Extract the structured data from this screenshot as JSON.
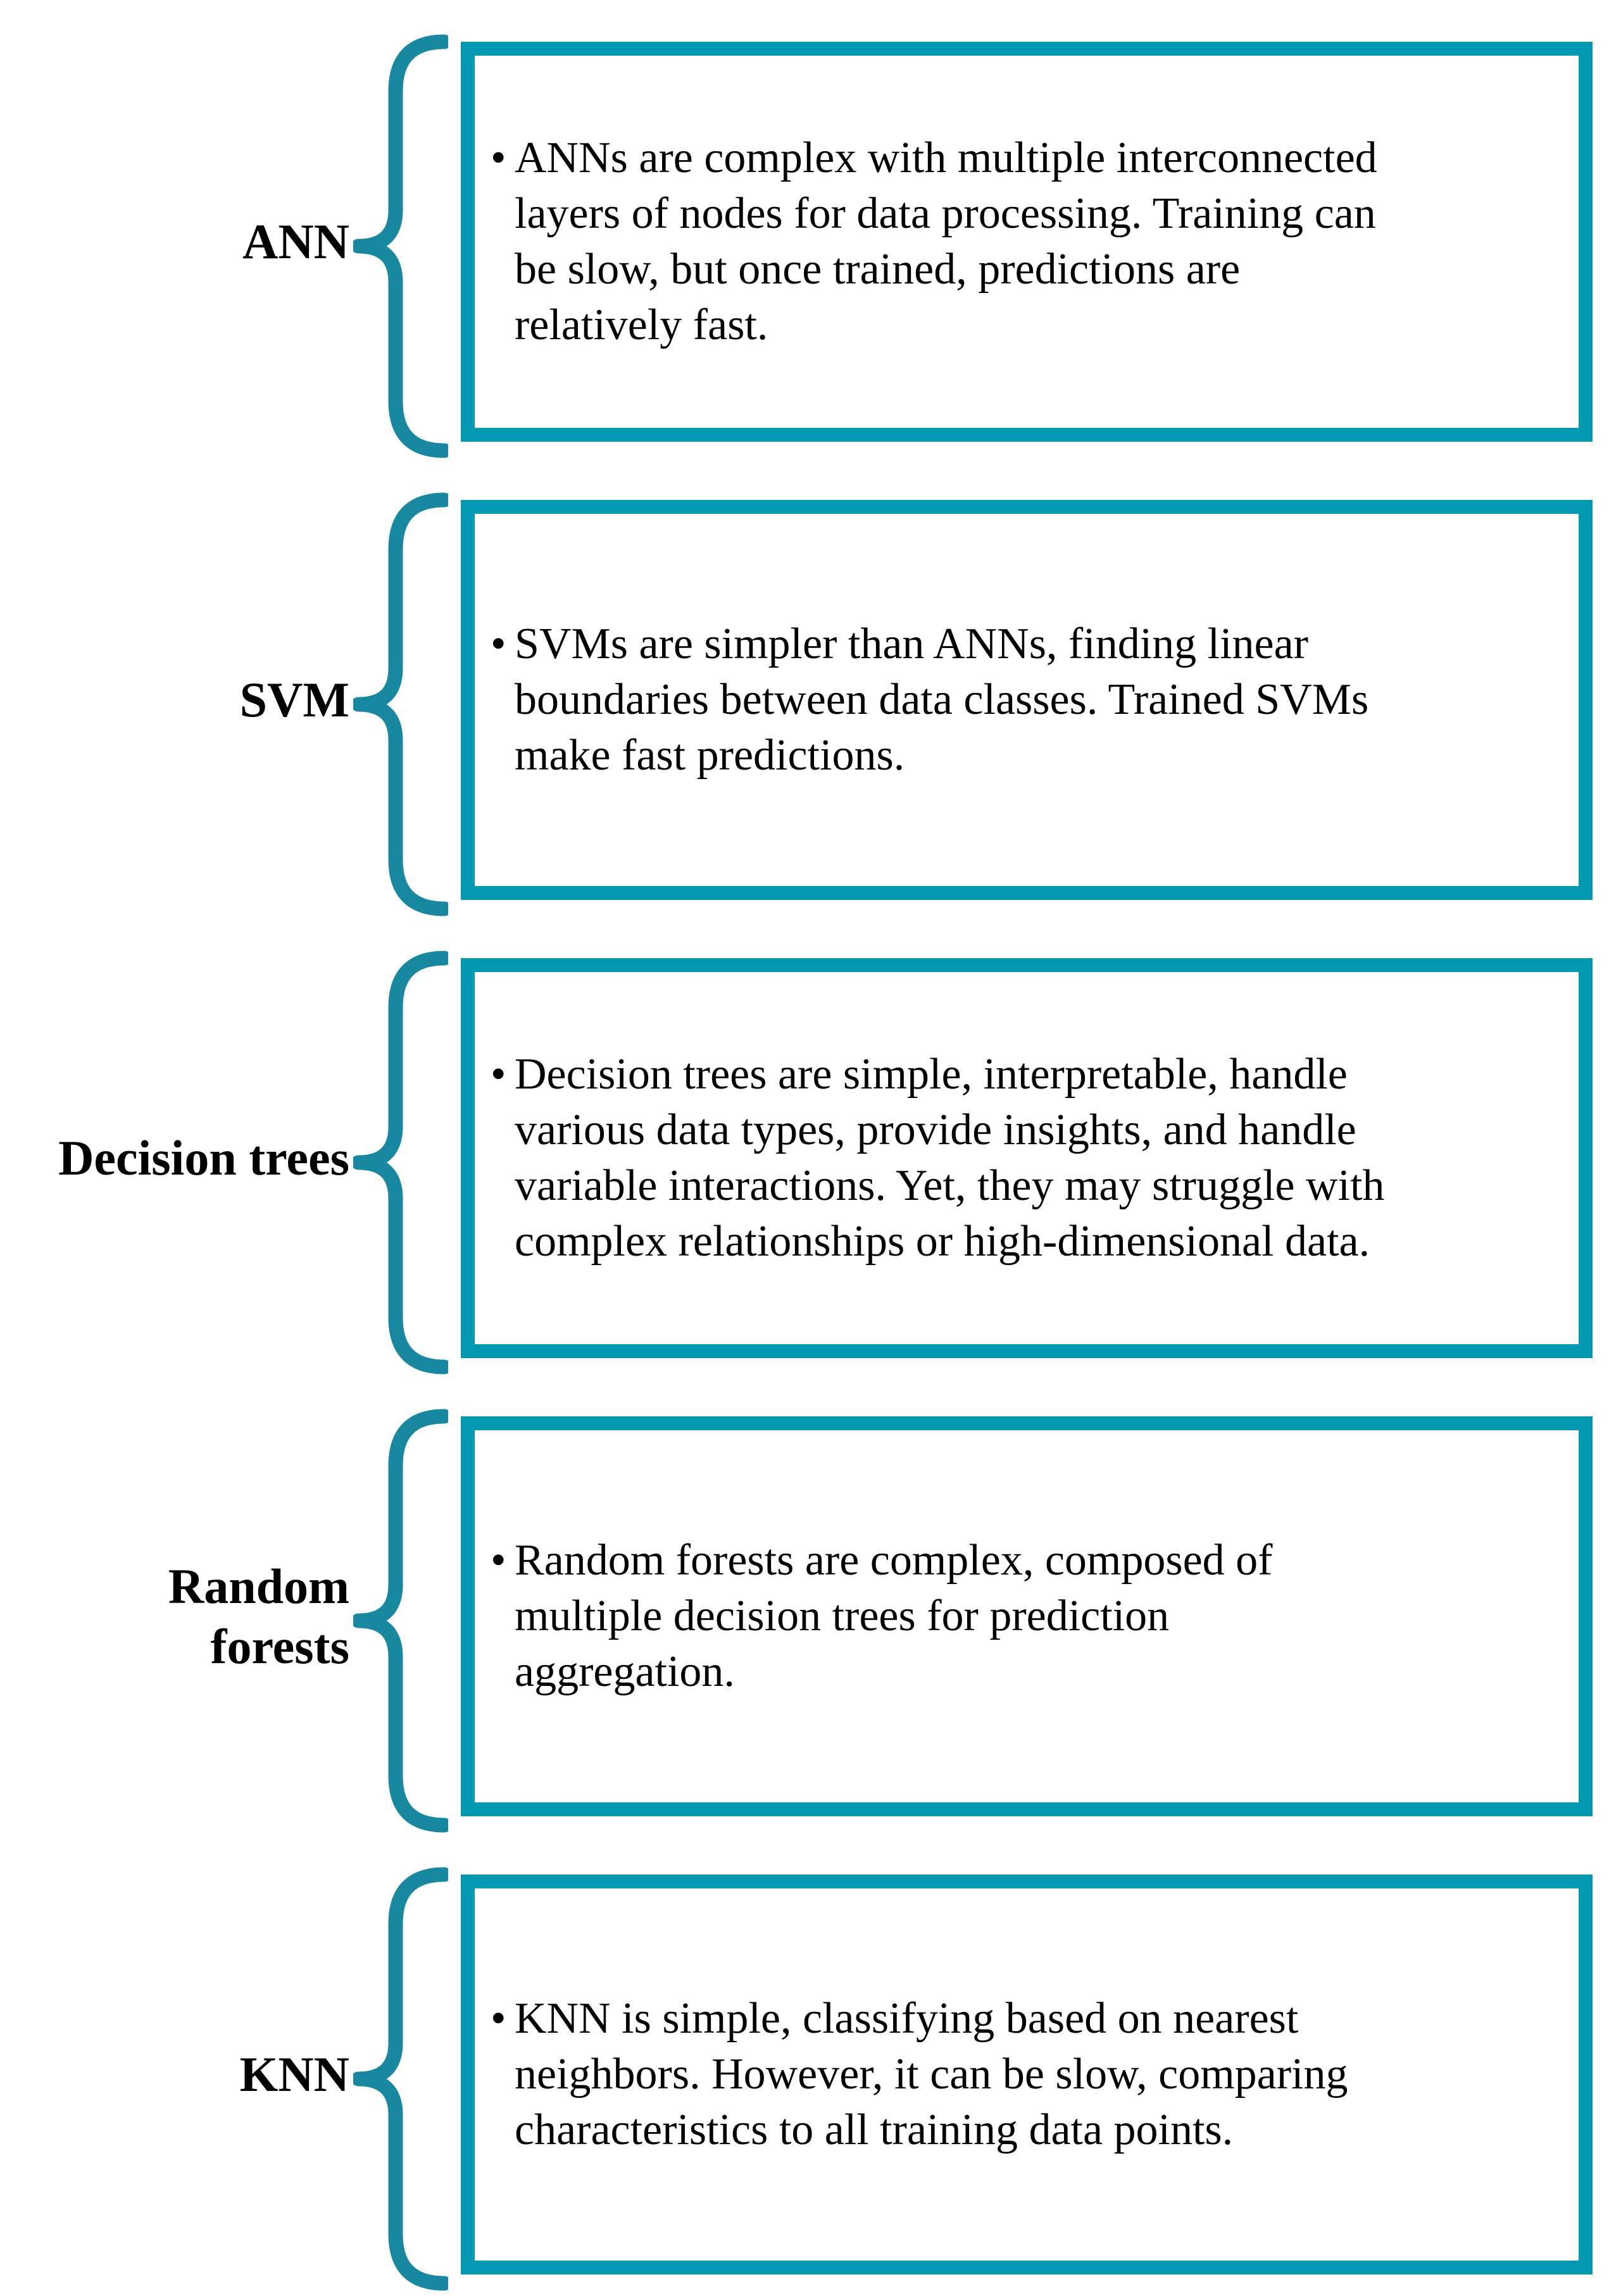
{
  "diagram": {
    "type": "vertical-bracket-list",
    "bullet_char": "•",
    "colors": {
      "box_border": "#0398b2",
      "brace": "#1888a0",
      "text": "#000000",
      "background": "#ffffff"
    },
    "items": [
      {
        "label": "ANN",
        "text": [
          "ANNs are complex with multiple interconnected",
          "layers of nodes for data processing. Training can",
          "be slow, but once trained, predictions are",
          "relatively fast."
        ]
      },
      {
        "label": "SVM",
        "text": [
          "SVMs are simpler than ANNs, finding linear",
          "boundaries between data classes. Trained SVMs",
          "make fast predictions."
        ]
      },
      {
        "label": "Decision trees",
        "text": [
          "Decision trees are simple, interpretable, handle",
          "various data types, provide insights, and handle",
          "variable interactions. Yet, they may struggle with",
          "complex relationships or high-dimensional data."
        ]
      },
      {
        "label": "Random\nforests",
        "text": [
          "Random forests are complex, composed of",
          "multiple decision trees for prediction",
          "aggregation."
        ]
      },
      {
        "label": "KNN",
        "text": [
          "KNN is simple, classifying based on nearest",
          "neighbors. However, it can be slow, comparing",
          "characteristics to all training data points."
        ]
      }
    ]
  }
}
